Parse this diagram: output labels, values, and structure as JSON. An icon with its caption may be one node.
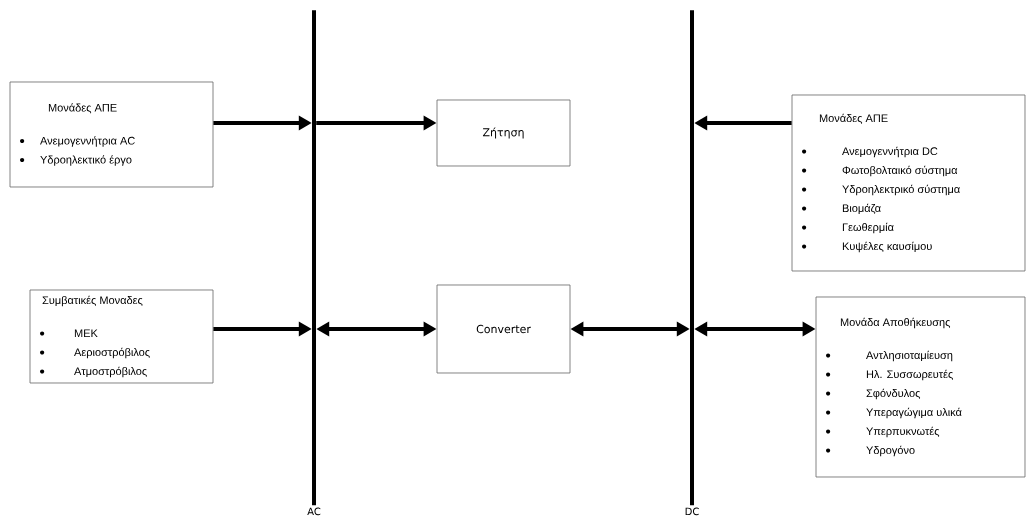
{
  "diagram": {
    "nodes": [
      {
        "text": [
          "Μονάδες ΑΠΕ",
          "Ανεμογεννήτρια AC",
          "Υδροηλεκτικό έργο"
        ]
      },
      {
        "text": [
          "AC"
        ]
      },
      {
        "text": [
          "Ζήτηση"
        ]
      },
      {
        "text": [
          "DC"
        ]
      },
      {
        "text": [
          "Μονάδες ΑΠΕ",
          "Ανεμογεννήτρια DC",
          "Φωτοβολταικό σύστημα",
          "Υδροηλεκτρικό σύστημα",
          "Βιομάζα",
          "Γεωθερμία",
          "Κυψέλες καυσίμου"
        ]
      },
      {
        "text": [
          "Συμβατικές Μοναδες",
          "ΜΕΚ",
          "Αεριοστρόβιλος",
          "Ατμοστρόβιλος"
        ]
      },
      {
        "text": [
          "Converter"
        ]
      },
      {
        "text": [
          "Μονάδα Αποθήκευσης",
          "Αντλησιοταμίευση",
          "Ηλ. Συσσωρευτές",
          "Σφόνδυλος",
          "Υπεραγώγιμα υλικά",
          "Υπερπυκνωτές",
          "Υδρογόνο"
        ]
      }
    ],
    "edges": [
      {
        "from": 0,
        "to": 1,
        "arrow": "to"
      },
      {
        "from": 1,
        "to": 2,
        "arrow": "to"
      },
      {
        "from": 4,
        "to": 3,
        "arrow": "to"
      },
      {
        "from": 5,
        "to": 1,
        "arrow": "to"
      },
      {
        "from": 1,
        "to": 6,
        "arrow": "both"
      },
      {
        "from": 6,
        "to": 3,
        "arrow": "both"
      },
      {
        "from": 3,
        "to": 7,
        "arrow": "both"
      }
    ]
  }
}
